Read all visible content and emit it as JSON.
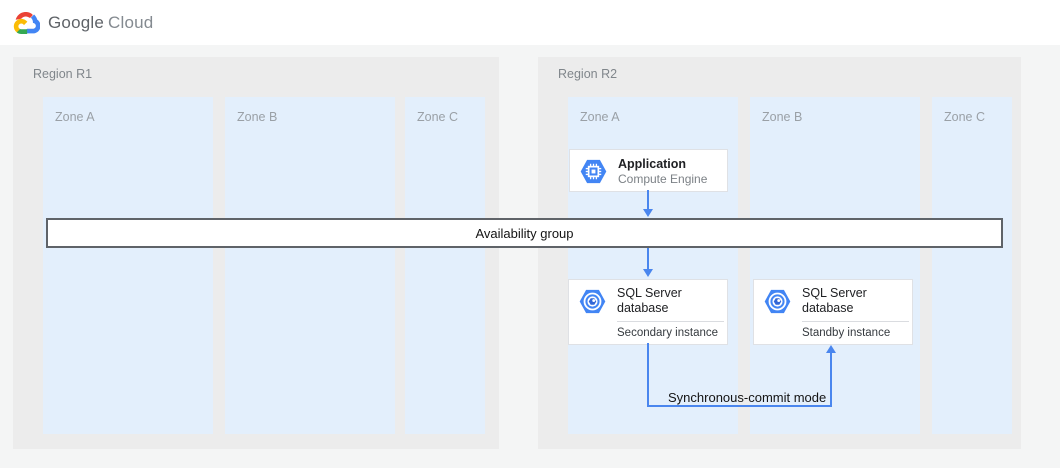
{
  "header": {
    "logo_icon": "google-cloud-logo",
    "brand_word1": "Google",
    "brand_word2": "Cloud"
  },
  "regions": [
    {
      "label": "Region R1",
      "zones": [
        {
          "label": "Zone A"
        },
        {
          "label": "Zone B"
        },
        {
          "label": "Zone C"
        }
      ]
    },
    {
      "label": "Region R2",
      "zones": [
        {
          "label": "Zone A"
        },
        {
          "label": "Zone B"
        },
        {
          "label": "Zone C"
        }
      ]
    }
  ],
  "availability_group": {
    "label": "Availability group"
  },
  "nodes": {
    "application": {
      "icon": "compute-engine-icon",
      "title": "Application",
      "subtitle": "Compute Engine"
    },
    "sql_secondary": {
      "icon": "cloud-sql-icon",
      "title_line1": "SQL Server",
      "title_line2": "database",
      "instance_label": "Secondary instance"
    },
    "sql_standby": {
      "icon": "cloud-sql-icon",
      "title_line1": "SQL Server",
      "title_line2": "database",
      "instance_label": "Standby instance"
    }
  },
  "connectors": {
    "app_to_availability": "arrow-down",
    "availability_to_sql": "arrow-down",
    "sync_commit_label": "Synchronous-commit mode"
  },
  "colors": {
    "accent_blue": "#4285f4",
    "icon_hexagon_blue": "#4285f4",
    "icon_inner_blue": "#3367d6",
    "zone_fill": "#e3effc",
    "region_fill": "#ececec",
    "canvas_band": "#f4f5f5",
    "availability_border": "#5f6368",
    "node_border": "#dfe1e5",
    "logo_red": "#ea4335",
    "logo_yellow": "#fbbc05",
    "logo_green": "#34a853"
  }
}
